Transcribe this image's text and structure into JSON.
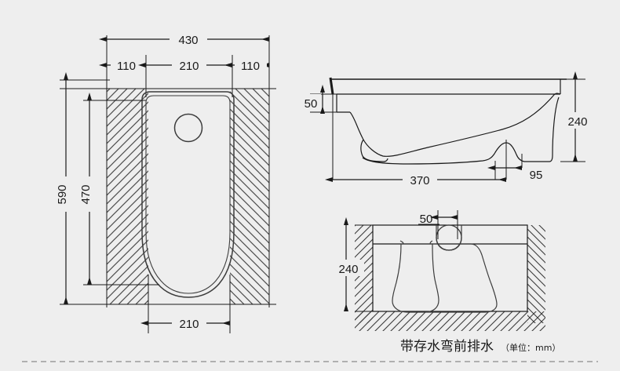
{
  "drawing": {
    "caption_main": "带存水弯前排水",
    "caption_unit": "（单位：mm）",
    "background_color": "#eeeeee",
    "line_color": "#1a1a1a",
    "hatch_color": "#4a4a4a"
  },
  "plan_view": {
    "name": "plan-view",
    "dimensions": {
      "overall_width": "430",
      "left_margin": "110",
      "pan_width_top": "210",
      "right_margin": "110",
      "overall_depth": "590",
      "pan_depth": "470",
      "pan_width_bottom": "210"
    }
  },
  "side_view": {
    "name": "side-section-view",
    "dimensions": {
      "lip_height": "50",
      "total_height": "240",
      "body_length": "370",
      "outlet_offset": "95"
    }
  },
  "front_view": {
    "name": "front-section-view",
    "dimensions": {
      "height": "240",
      "outlet_diameter": "50"
    }
  }
}
